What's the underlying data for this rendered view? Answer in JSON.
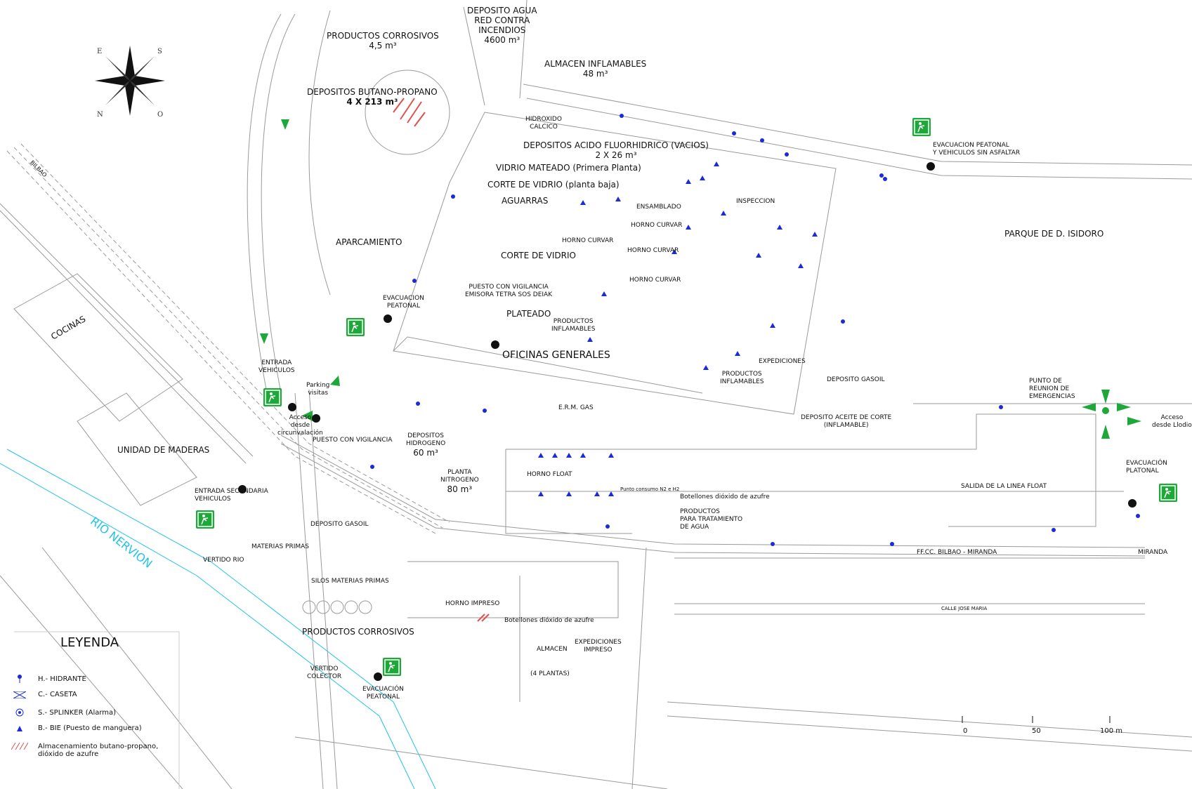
{
  "compass": {
    "n": "N",
    "s": "S",
    "e": "E",
    "o": "O"
  },
  "labels": {
    "deposito_agua": "DEPOSITO AGUA",
    "red_contra": "RED CONTRA",
    "incendios": "INCENDIOS",
    "deposito_agua_vol": "4600 m³",
    "productos_corrosivos": "PRODUCTOS CORROSIVOS",
    "productos_corrosivos_vol": "4,5 m³",
    "almacen_inflamables": "ALMACEN INFLAMABLES",
    "almacen_inflamables_vol": "48 m³",
    "depositos_butano": "DEPOSITOS BUTANO-PROPANO",
    "depositos_butano_cap": "4 X 213 m³",
    "hidroxido": "HIDROXIDO",
    "calcico": "CALCICO",
    "depositos_acido": "DEPOSITOS ACIDO FLUORHIDRICO (VACIOS)",
    "depositos_acido_cap": "2 X 26 m³",
    "vidrio_mateado": "VIDRIO MATEADO (Primera Planta)",
    "corte_vidrio_baja": "CORTE DE VIDRIO (planta baja)",
    "aguarras": "AGUARRAS",
    "ensamblado": "ENSAMBLADO",
    "inspeccion": "INSPECCION",
    "horno_curvar_1": "HORNO CURVAR",
    "horno_curvar_2": "HORNO CURVAR",
    "horno_curvar_3": "HORNO CURVAR",
    "horno_curvar_4": "HORNO CURVAR",
    "aparcamiento": "APARCAMIENTO",
    "corte_vidrio": "CORTE DE VIDRIO",
    "evac_peatonal_sin": "EVACUACION PEATONAL",
    "evac_peatonal_sin2": "Y VEHICULOS SIN ASFALTAR",
    "parque": "PARQUE DE D. ISIDORO",
    "puesto_vigilancia_1": "PUESTO CON VIGILANCIA",
    "emisora": "EMISORA TETRA SOS DEIAK",
    "evacuacion_1": "EVACUACION",
    "peatonal_1": "PEATONAL",
    "plateado": "PLATEADO",
    "productos_inflamables_1": "PRODUCTOS",
    "productos_inflamables_1b": "INFLAMABLES",
    "oficinas": "OFICINAS GENERALES",
    "cocinas": "COCINAS",
    "entrada_vehiculos": "ENTRADA",
    "entrada_vehiculos2": "VEHICULOS",
    "parking": "Parking",
    "visitas": "visitas",
    "expediciones": "EXPEDICIONES",
    "productos_inflamables_2": "PRODUCTOS",
    "productos_inflamables_2b": "INFLAMABLES",
    "deposito_gasoil_1": "DEPOSITO GASOIL",
    "punto_reunion": "PUNTO DE",
    "punto_reunion2": "REUNION DE",
    "punto_reunion3": "EMERGENCIAS",
    "acceso": "Acceso",
    "desde_circ": "desde",
    "circunvalacion": "circunvalación",
    "erm_gas": "E.R.M. GAS",
    "deposito_aceite": "DEPOSITO ACEITE DE CORTE",
    "deposito_aceite2": "(INFLAMABLE)",
    "acceso_llodio": "Acceso",
    "acceso_llodio2": "desde Llodio",
    "unidad_maderas": "UNIDAD DE MADERAS",
    "puesto_vigilancia_2": "PUESTO CON VIGILANCIA",
    "depositos_hidrogeno": "DEPOSITOS",
    "depositos_hidrogeno2": "HIDROGENO",
    "depositos_hidrogeno_vol": "60 m³",
    "planta_nitrogeno": "PLANTA",
    "planta_nitrogeno2": "NITROGENO",
    "planta_nitrogeno_vol": "80 m³",
    "horno_float": "HORNO FLOAT",
    "punto_consumo": "Punto consumo N2 e H2",
    "botellones_1": "Botellones dióxido de azufre",
    "evacuacion_platonal": "EVACUACIÓN",
    "evacuacion_platonal2": "PLATONAL",
    "salida_linea": "SALIDA DE LA LINEA FLOAT",
    "entrada_secundaria": "ENTRADA SECUNDARIA",
    "entrada_secundaria2": "VEHICULOS",
    "deposito_gasoil_2": "DEPOSITO GASOIL",
    "productos_tratamiento": "PRODUCTOS",
    "productos_tratamiento2": "PARA TRATAMIENTO",
    "productos_tratamiento3": "DE AGUA",
    "materias_primas": "MATERIAS PRIMAS",
    "vertido_rio": "VERTIDO RIO",
    "rio_nervion": "RIO NERVION",
    "ffcc": "FF.CC.   BILBAO  -  MIRANDA",
    "miranda": "MIRANDA",
    "bilbao": "BILBAO",
    "silos": "SILOS MATERIAS PRIMAS",
    "horno_impreso": "HORNO IMPRESO",
    "botellones_2": "Botellones dióxido de azufre",
    "calle": "CALLE JOSE MARIA",
    "productos_corrosivos_2": "PRODUCTOS CORROSIVOS",
    "almacen": "ALMACEN",
    "expediciones_impreso": "EXPEDICIONES",
    "expediciones_impreso2": "IMPRESO",
    "cuatro_plantas": "(4 PLANTAS)",
    "vertido_colector": "VERTIDO",
    "vertido_colector2": "COLECTOR",
    "evacuacion_3": "EVACUACIÓN",
    "peatonal_3": "PEATONAL"
  },
  "legend": {
    "title": "LEYENDA",
    "items": [
      {
        "label": "H.- HIDRANTE",
        "icon": "hydrant-icon"
      },
      {
        "label": "C.- CASETA",
        "icon": "hut-icon"
      },
      {
        "label": "S.- SPLINKER (Alarma)",
        "icon": "sprinkler-icon"
      },
      {
        "label": "B.- BIE (Puesto de manguera)",
        "icon": "hose-icon"
      },
      {
        "label": "Almacenamiento butano-propano,",
        "label2": "dióxido de azufre",
        "icon": "hatch-icon"
      }
    ]
  },
  "scale": {
    "t0": "0",
    "t1": "50",
    "t2": "100 m"
  },
  "colors": {
    "blue": "#1a2bdc",
    "green": "#1fa83a",
    "river": "#22c3e6",
    "hatch": "#e05050"
  }
}
